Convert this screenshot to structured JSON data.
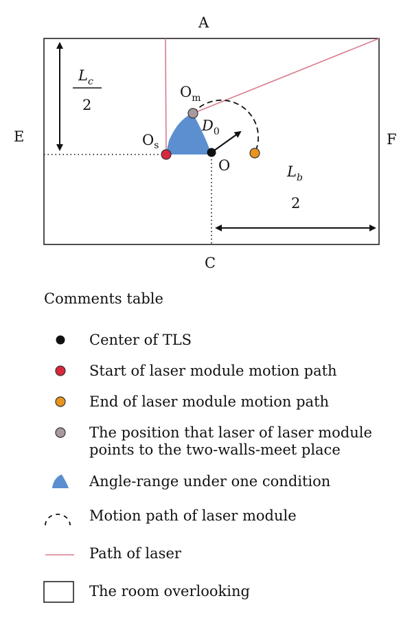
{
  "diagram": {
    "labels": {
      "A": "A",
      "C": "C",
      "E": "E",
      "F": "F",
      "O": "O",
      "Os_main": "O",
      "Os_sub": "s",
      "Om_main": "O",
      "Om_sub": "m",
      "D0_main": "D",
      "D0_sub": "0",
      "Lc_main": "L",
      "Lc_sub": "c",
      "Lc_den": "2",
      "Lb_main": "L",
      "Lb_sub": "b",
      "Lb_den": "2"
    },
    "colors": {
      "room_border": "#222222",
      "laser_path": "#d97a8a",
      "angle_range": "#5b8fd0",
      "center": "#111111",
      "start": "#d8283c",
      "end": "#e8941e",
      "meet_point": "#a89a9e"
    }
  },
  "legend": {
    "title": "Comments table",
    "items": [
      {
        "icon": "black-dot-icon",
        "text": "Center of TLS"
      },
      {
        "icon": "red-dot-icon",
        "text": "Start of laser module motion path"
      },
      {
        "icon": "orange-dot-icon",
        "text": "End of laser module motion path"
      },
      {
        "icon": "gray-dot-icon",
        "text": "The position that laser of laser module points to the two-walls-meet place"
      },
      {
        "icon": "blue-sector-icon",
        "text": "Angle-range under one condition"
      },
      {
        "icon": "dashed-arc-icon",
        "text": "Motion path of laser module"
      },
      {
        "icon": "pink-line-icon",
        "text": "Path of laser"
      },
      {
        "icon": "rectangle-icon",
        "text": "The room overlooking"
      }
    ]
  }
}
